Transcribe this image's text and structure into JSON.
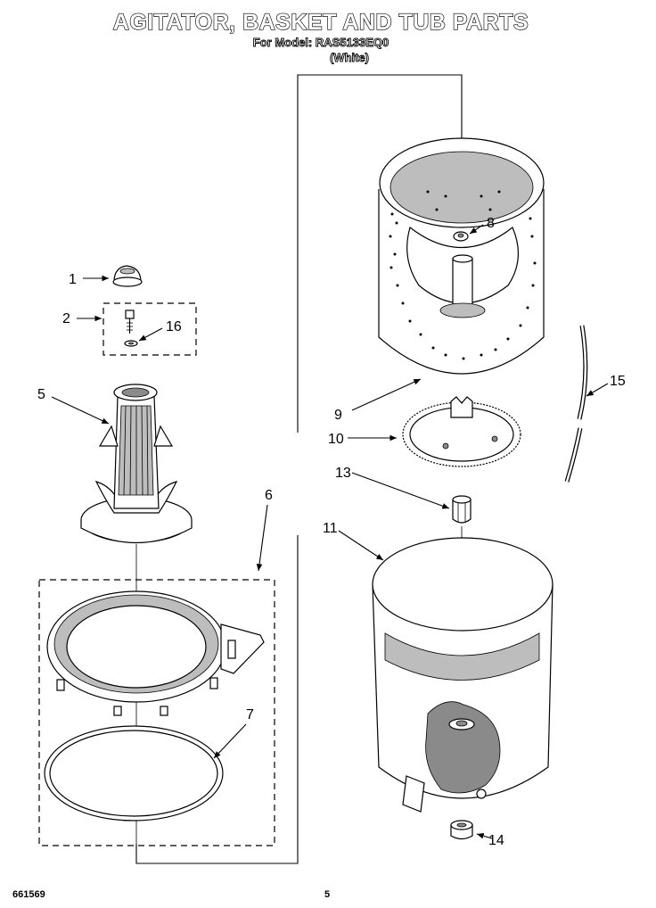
{
  "header": {
    "title": "AGITATOR, BASKET AND TUB PARTS",
    "model_line": "For Model: RAS5133EQ0",
    "color_line": "(White)"
  },
  "callouts": {
    "c1": "1",
    "c2": "2",
    "c5": "5",
    "c6": "6",
    "c7": "7",
    "c8": "8",
    "c9": "9",
    "c10": "10",
    "c11": "11",
    "c13": "13",
    "c14": "14",
    "c15": "15",
    "c16": "16"
  },
  "footer": {
    "doc_number": "661569",
    "page_number": "5"
  }
}
